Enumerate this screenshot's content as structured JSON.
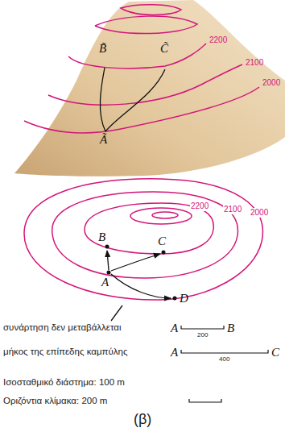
{
  "diagram": {
    "caption": "(β)",
    "labels": [
      "B̃",
      "C̃",
      "2200",
      "2100",
      "2000",
      "Ã",
      "2000",
      "2100",
      "2200",
      "B",
      "C",
      "A",
      "D",
      "συνάρτηση δεν μεταβάλλεται",
      "A",
      "200",
      "B",
      "μήκος της επίπεδης καμπύλης",
      "A",
      "400",
      "C",
      "Ισοσταθμικό διάστημα: 100 m",
      "Οριζόντια κλίμακα: 200 m"
    ]
  }
}
